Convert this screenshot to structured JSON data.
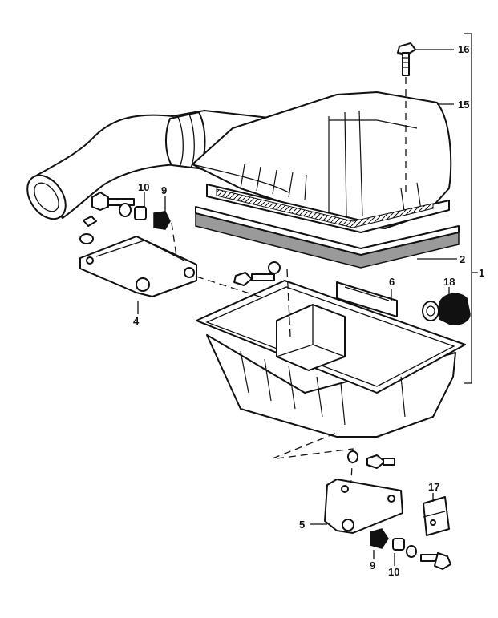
{
  "callouts": [
    {
      "id": "c16",
      "text": "16"
    },
    {
      "id": "c15",
      "text": "15"
    },
    {
      "id": "c2",
      "text": "2"
    },
    {
      "id": "c1",
      "text": "1"
    },
    {
      "id": "c6",
      "text": "6"
    },
    {
      "id": "c18",
      "text": "18"
    },
    {
      "id": "c10a",
      "text": "10"
    },
    {
      "id": "c9a",
      "text": "9"
    },
    {
      "id": "c4",
      "text": "4"
    },
    {
      "id": "c17",
      "text": "17"
    },
    {
      "id": "c5",
      "text": "5"
    },
    {
      "id": "c9b",
      "text": "9"
    },
    {
      "id": "c10b",
      "text": "10"
    }
  ]
}
